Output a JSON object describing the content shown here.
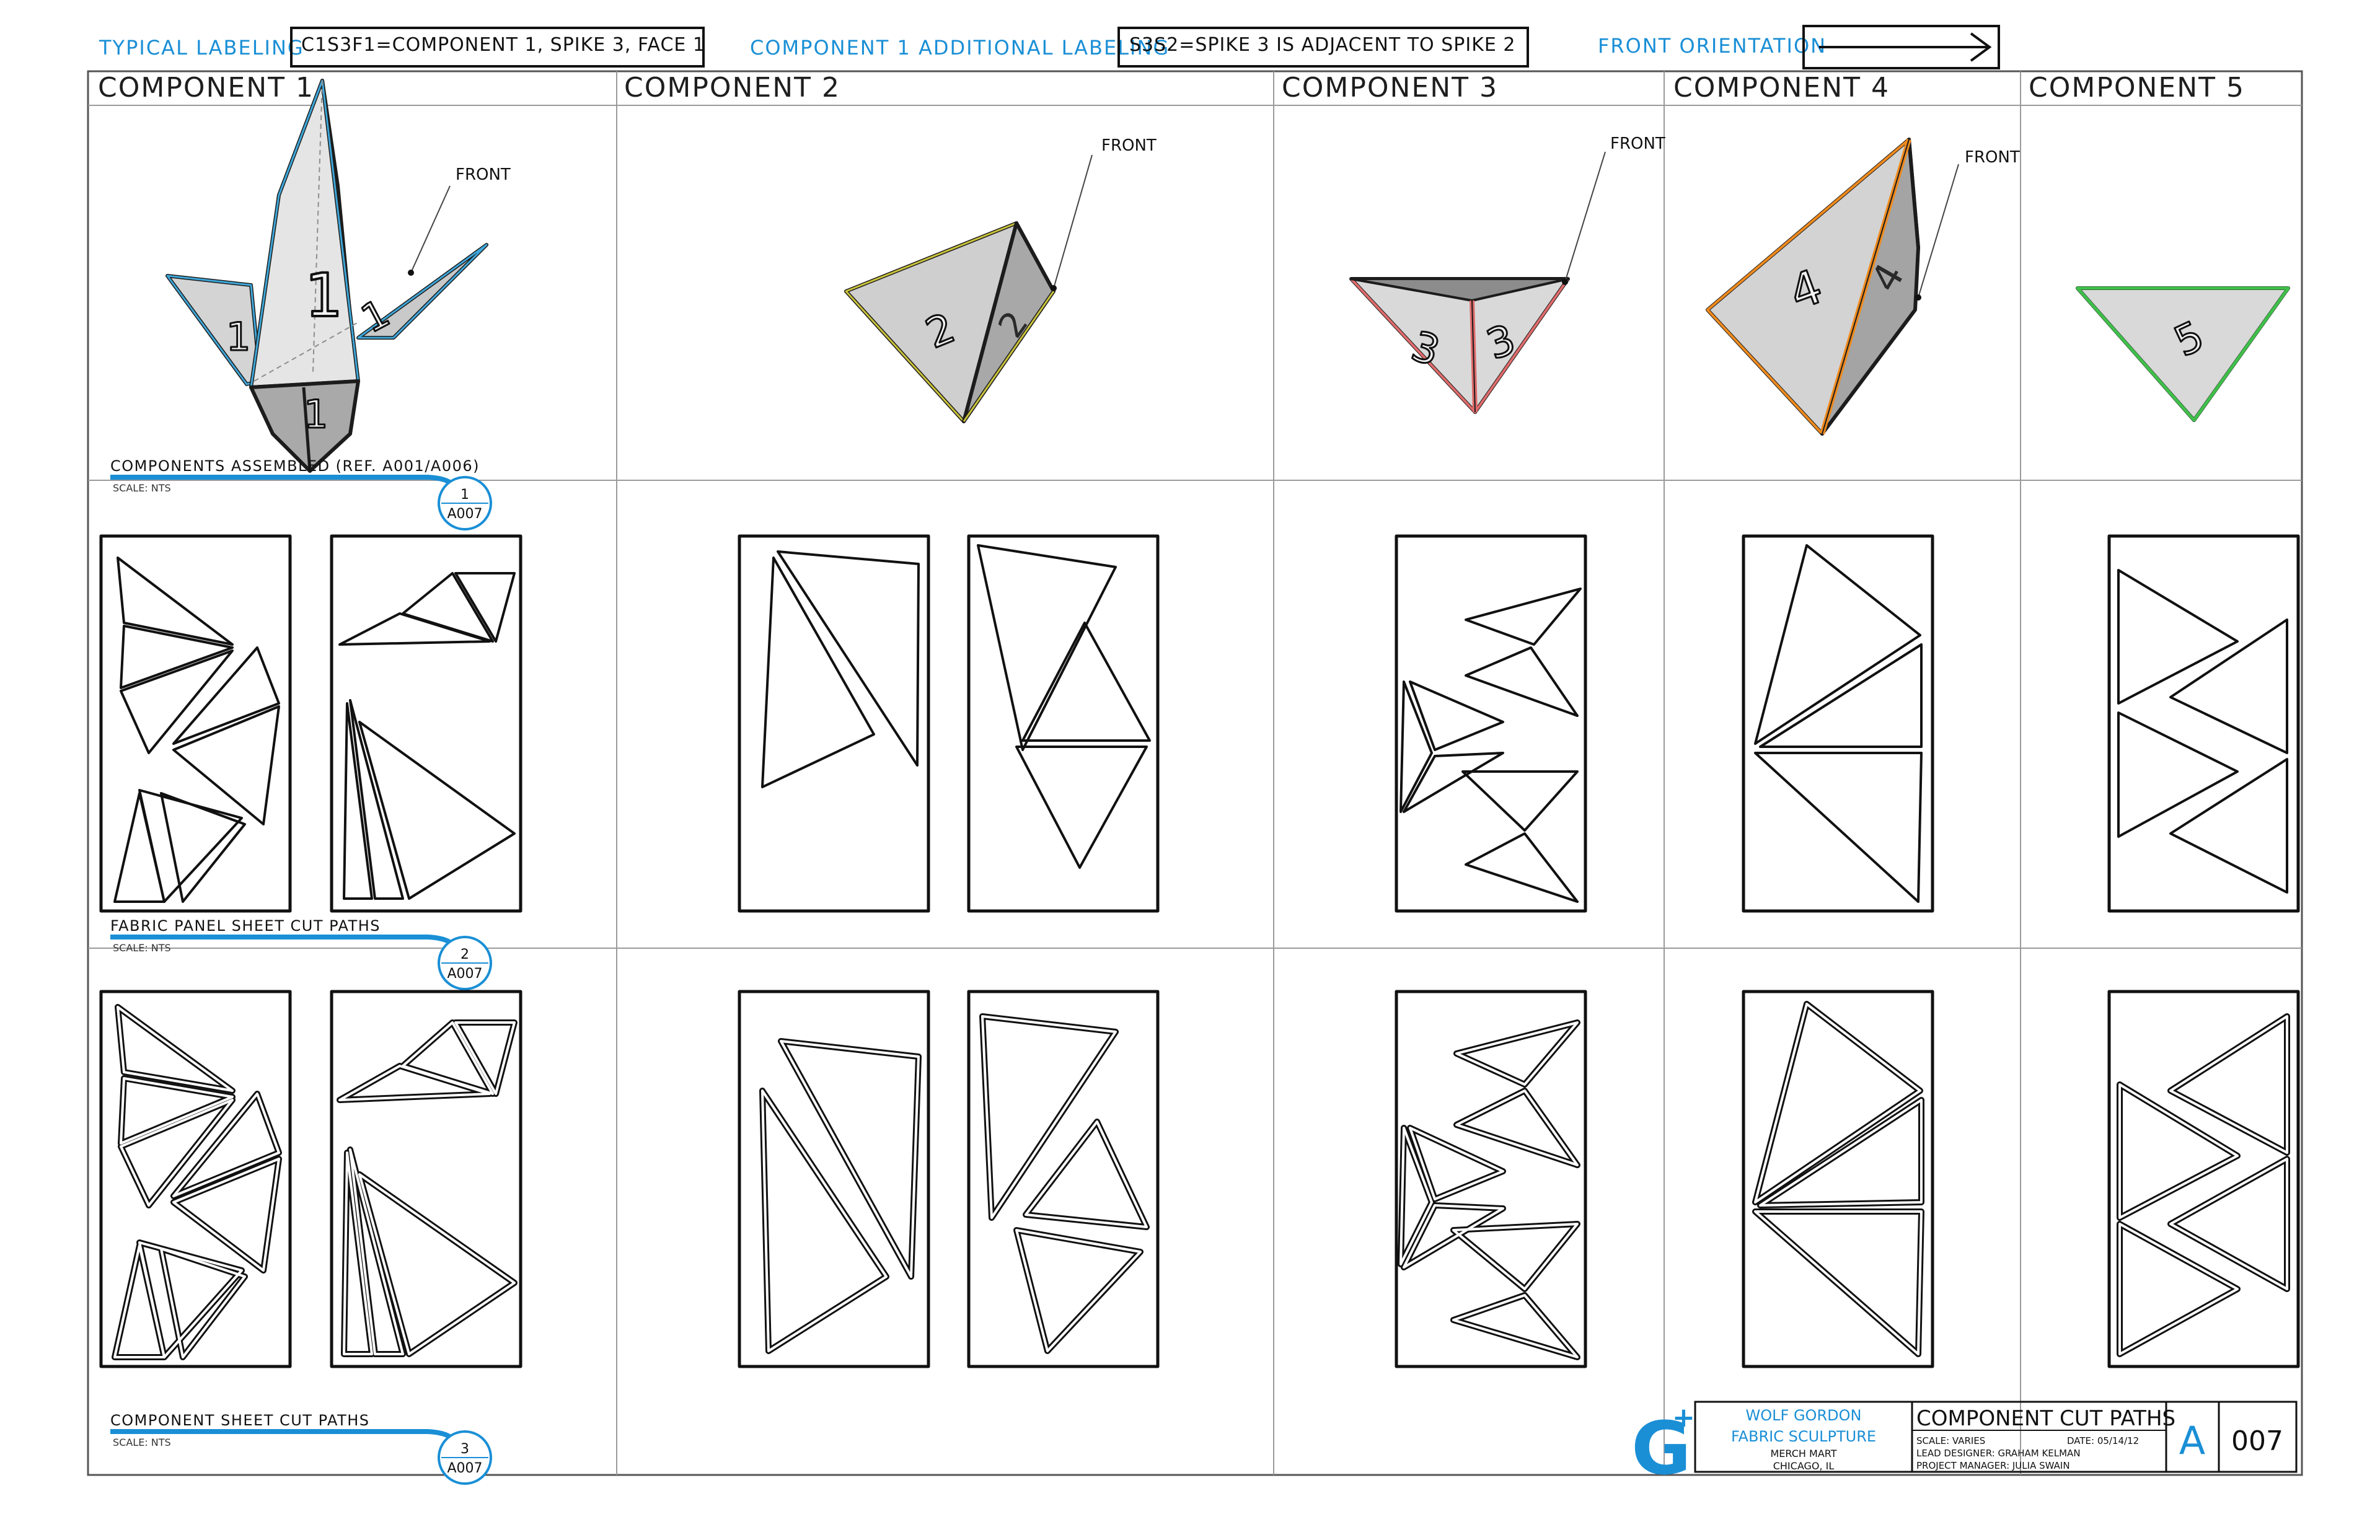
{
  "top_bar": {
    "typical_label": "TYPICAL LABELING",
    "typical_value": "C1S3F1=COMPONENT 1, SPIKE 3, FACE 1",
    "additional_label": "COMPONENT 1 ADDITIONAL LABELING",
    "additional_value": "S3S2=SPIKE 3 IS ADJACENT TO SPIKE 2",
    "orientation_label": "FRONT ORIENTATION"
  },
  "columns": [
    {
      "title": "COMPONENT 1"
    },
    {
      "title": "COMPONENT 2"
    },
    {
      "title": "COMPONENT 3"
    },
    {
      "title": "COMPONENT 4"
    },
    {
      "title": "COMPONENT 5"
    }
  ],
  "front_label": "FRONT",
  "face_numbers": {
    "c1": "1",
    "c2": "2",
    "c3": "3",
    "c4": "4",
    "c5": "5"
  },
  "rows": [
    {
      "title": "COMPONENTS ASSEMBLED (REF. A001/A006)",
      "scale": "SCALE: NTS",
      "num": "1",
      "ref": "A007"
    },
    {
      "title": "FABRIC PANEL SHEET CUT PATHS",
      "scale": "SCALE: NTS",
      "num": "2",
      "ref": "A007"
    },
    {
      "title": "COMPONENT SHEET CUT PATHS",
      "scale": "SCALE: NTS",
      "num": "3",
      "ref": "A007"
    }
  ],
  "title_block": {
    "logo": "G",
    "logo_sup": "+",
    "client_1": "WOLF GORDON",
    "client_2": "FABRIC SCULPTURE",
    "venue_1": "MERCH MART",
    "venue_2": "CHICAGO, IL",
    "sheet_title": "COMPONENT CUT PATHS",
    "scale": "SCALE: VARIES",
    "date": "DATE: 05/14/12",
    "lead": "LEAD DESIGNER: GRAHAM KELMAN",
    "pm": "PROJECT MANAGER: JULIA SWAIN",
    "sheet_letter": "A",
    "sheet_number": "007"
  },
  "colors": {
    "accent": "#1a8fd6",
    "c1": "#3ea6d8",
    "c2": "#c9c23a",
    "c3": "#e06b6b",
    "c4": "#f08a1c",
    "c5": "#3fc04a",
    "face": "#d9d9d9",
    "face_dark": "#a9a9a9"
  }
}
